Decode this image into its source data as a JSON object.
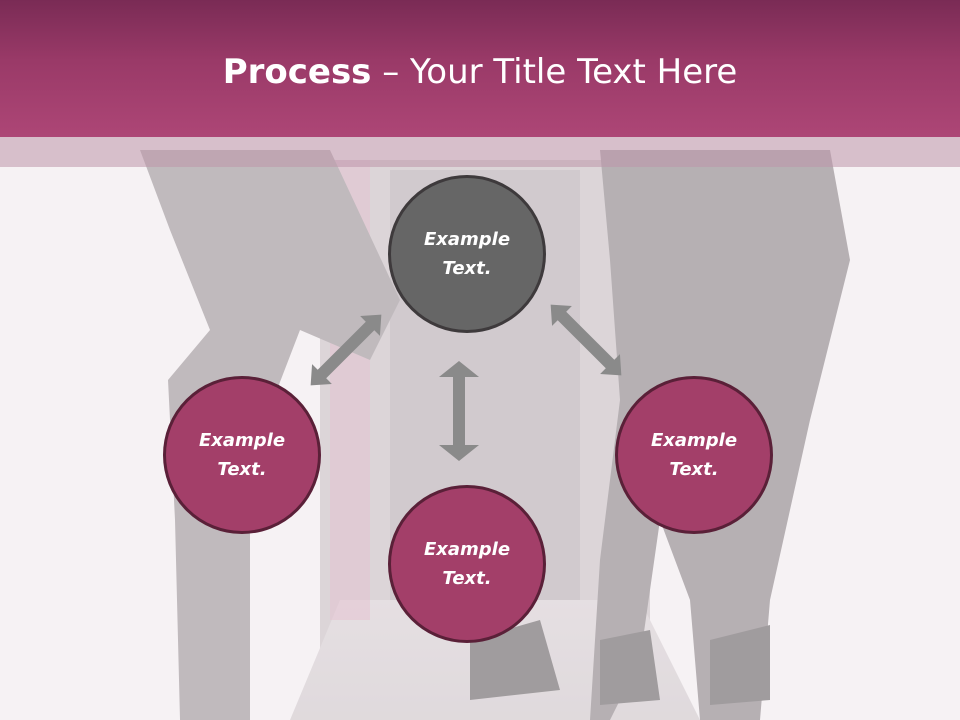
{
  "title": {
    "bold": "Process",
    "rest": " – Your Title Text Here"
  },
  "nodes": {
    "top": "Example\nText.",
    "left": "Example\nText.",
    "right": "Example\nText.",
    "bottom": "Example\nText."
  },
  "colors": {
    "title_bar": "#9a3a68",
    "center_node": "#666666",
    "pink_node": "#a33f69",
    "arrow": "#8a8a8a"
  }
}
